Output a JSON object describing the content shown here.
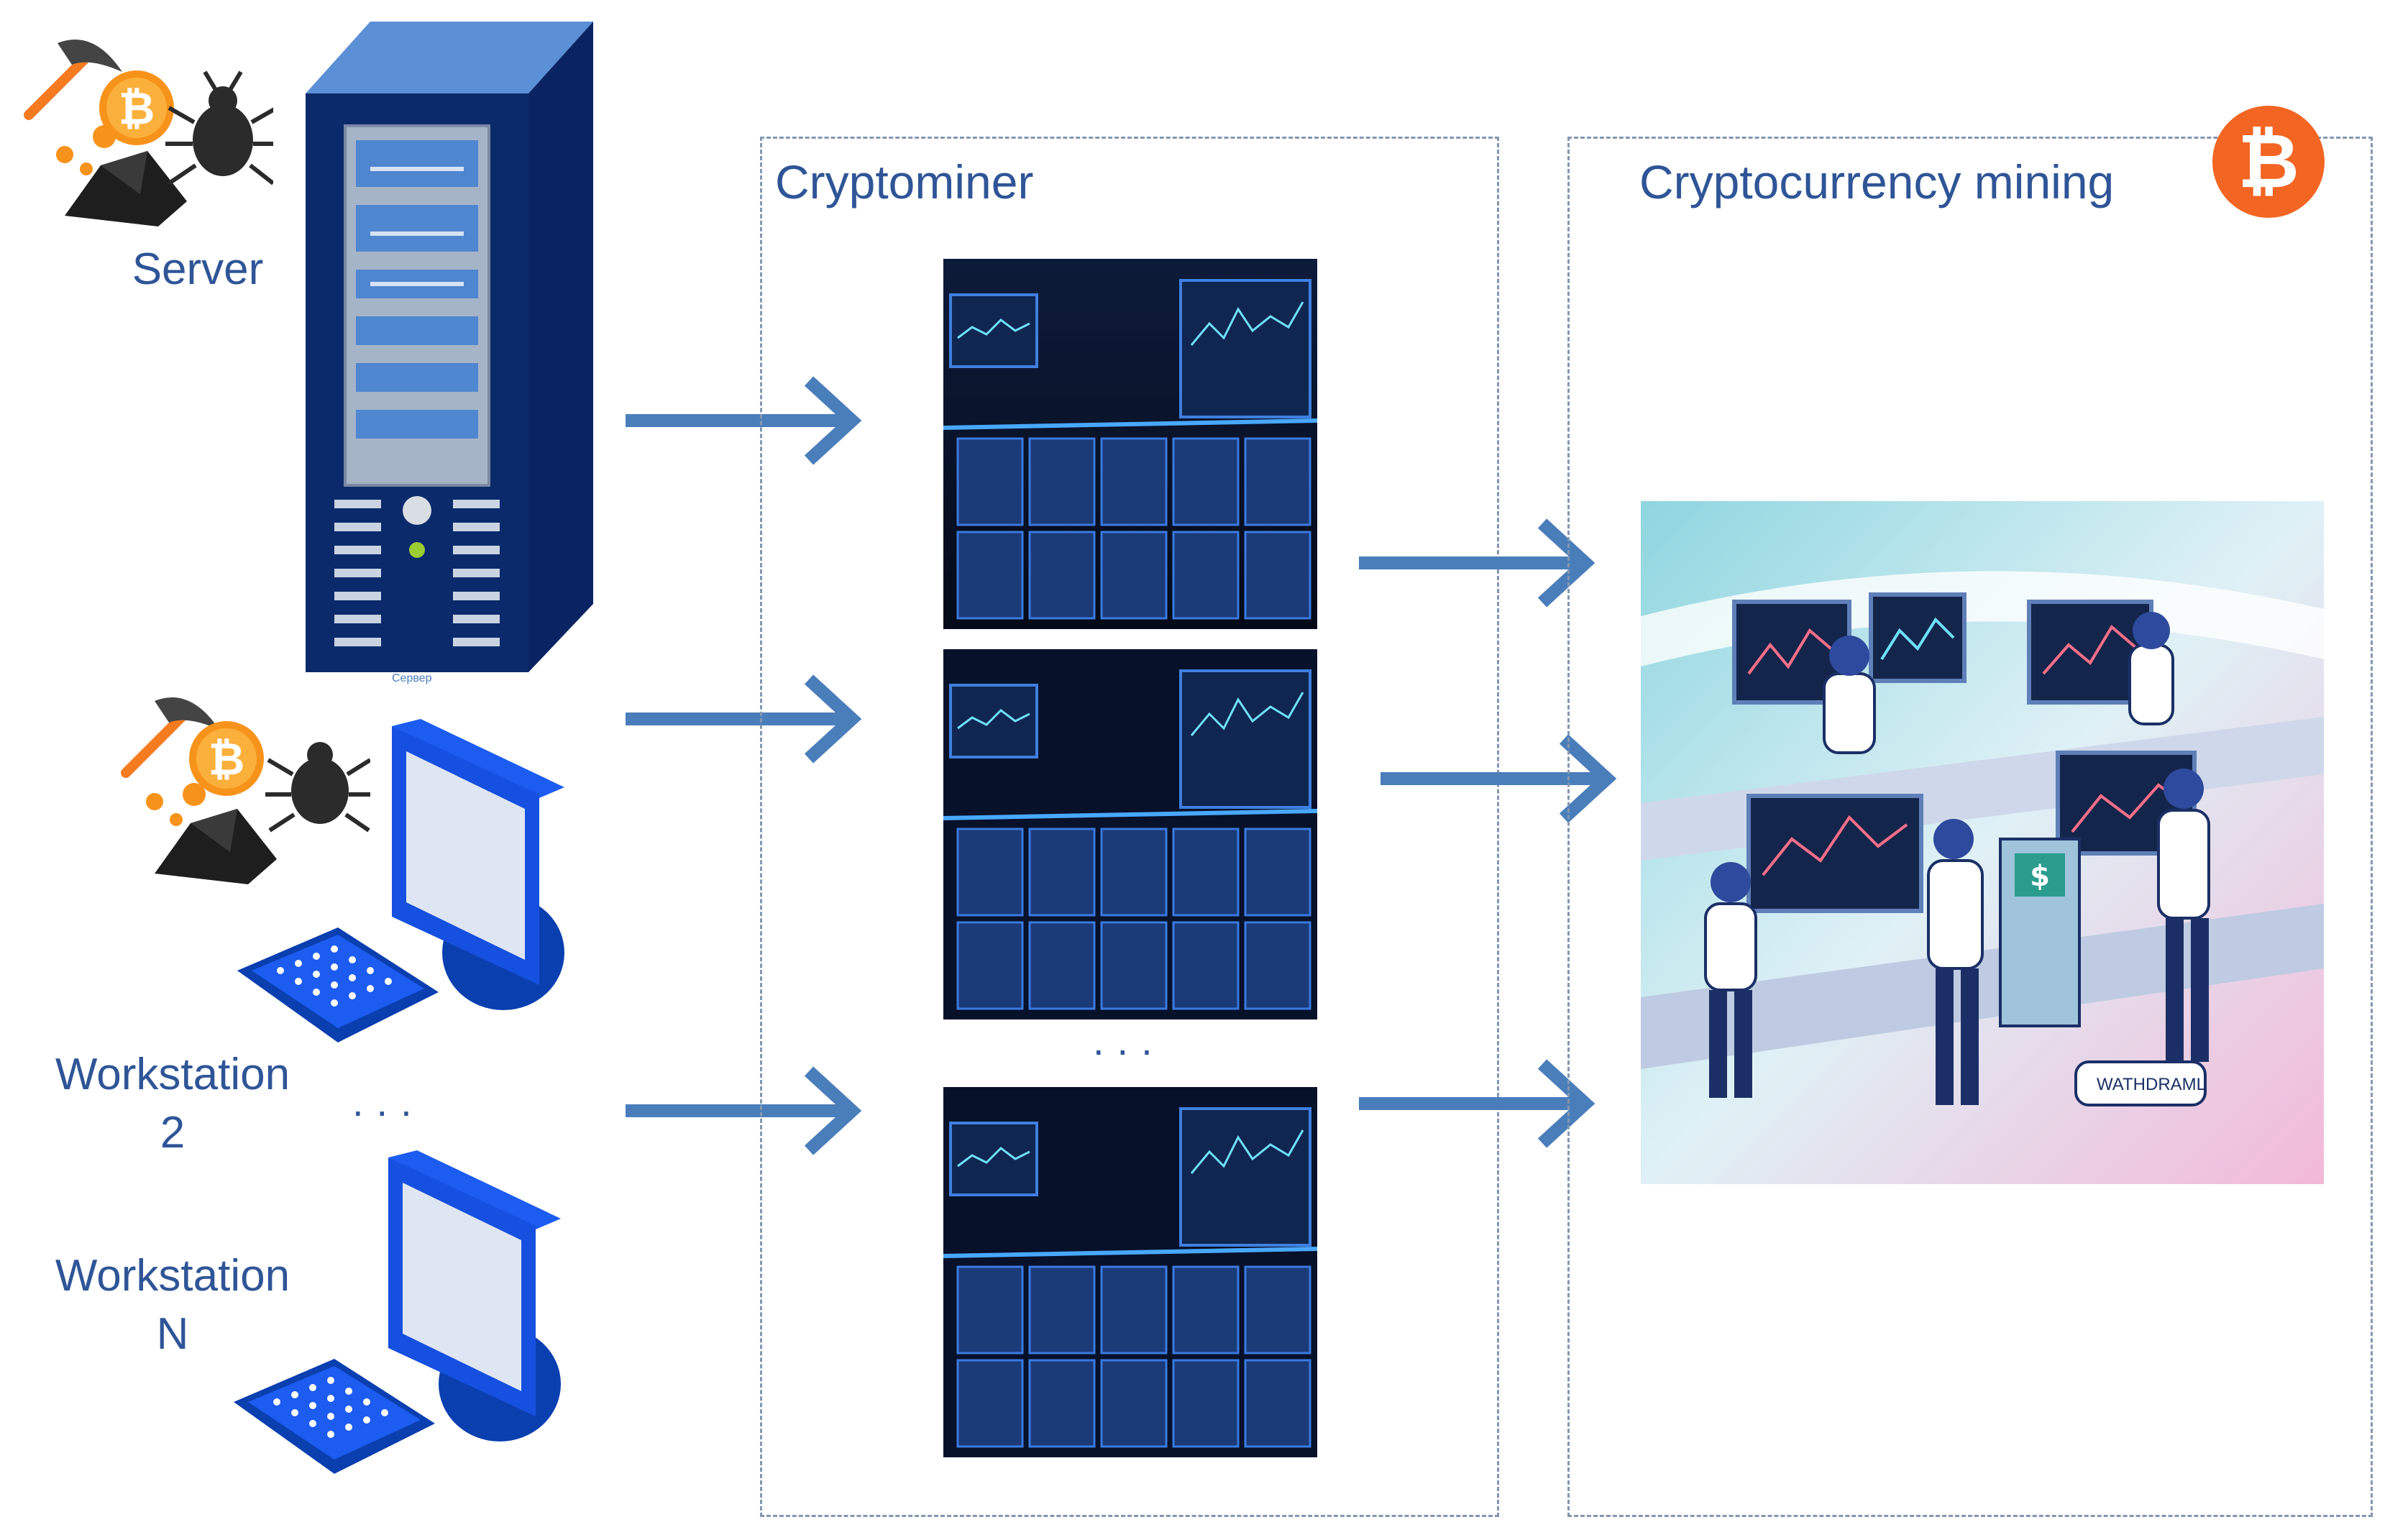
{
  "sources": {
    "server_label": "Server",
    "server_caption": "Сервер",
    "workstation2_label": "Workstation\n2",
    "workstationN_label": "Workstation\nN",
    "ellipsis": "..."
  },
  "cryptominer_panel": {
    "title": "Cryptominer",
    "ellipsis": "..."
  },
  "mining_panel": {
    "title": "Cryptocurrency mining",
    "withdraw_sign": "WATHDRAML"
  },
  "icons": {
    "bitcoin_badge": "bitcoin-icon",
    "miner": "pickaxe-coin-icon",
    "malware": "bug-icon"
  },
  "colors": {
    "accent_blue": "#4a7ebb",
    "label_blue": "#2f5597",
    "bitcoin_orange": "#f26522",
    "server_navy": "#0b2a6b"
  }
}
